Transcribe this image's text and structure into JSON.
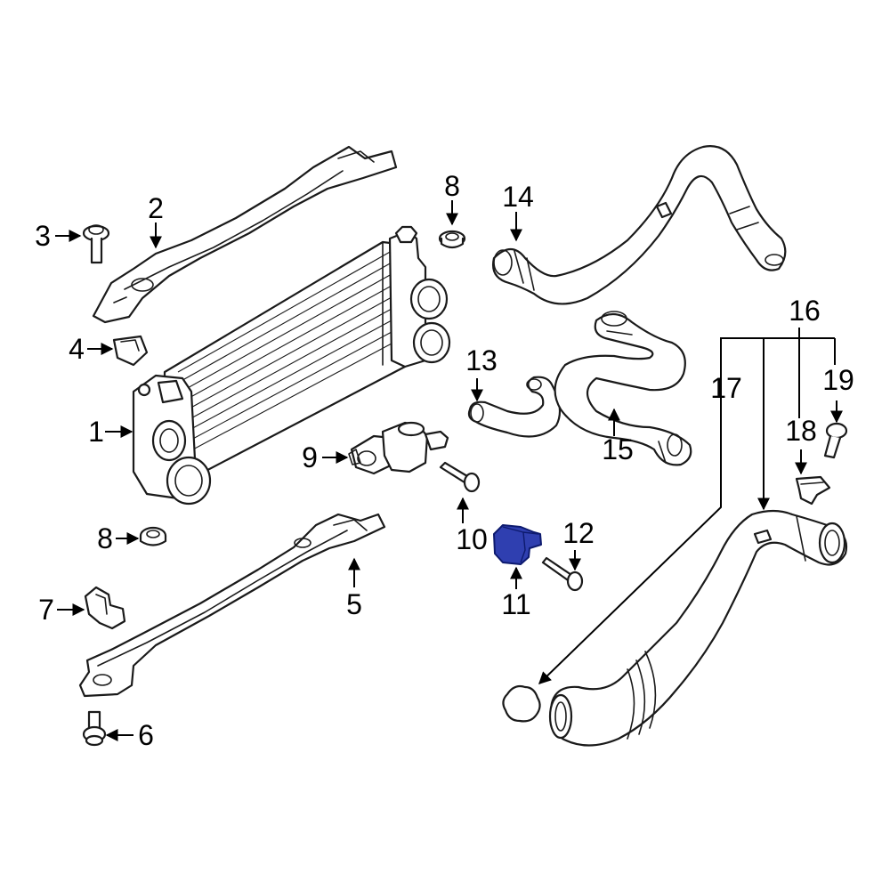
{
  "callouts": [
    {
      "id": "1",
      "text": "1"
    },
    {
      "id": "2",
      "text": "2"
    },
    {
      "id": "3",
      "text": "3"
    },
    {
      "id": "4",
      "text": "4"
    },
    {
      "id": "5",
      "text": "5"
    },
    {
      "id": "6",
      "text": "6"
    },
    {
      "id": "7",
      "text": "7"
    },
    {
      "id": "8a",
      "text": "8"
    },
    {
      "id": "8b",
      "text": "8"
    },
    {
      "id": "9",
      "text": "9"
    },
    {
      "id": "10",
      "text": "10"
    },
    {
      "id": "11",
      "text": "11"
    },
    {
      "id": "12",
      "text": "12"
    },
    {
      "id": "13",
      "text": "13"
    },
    {
      "id": "14",
      "text": "14"
    },
    {
      "id": "15",
      "text": "15"
    },
    {
      "id": "16",
      "text": "16"
    },
    {
      "id": "17",
      "text": "17"
    },
    {
      "id": "18",
      "text": "18"
    },
    {
      "id": "19",
      "text": "19"
    }
  ],
  "colors": {
    "line": "#1a1a1a",
    "highlight_fill": "#2f3fb0",
    "highlight_stroke": "#0d1a6e",
    "background": "#ffffff"
  },
  "highlighted_part": "11"
}
